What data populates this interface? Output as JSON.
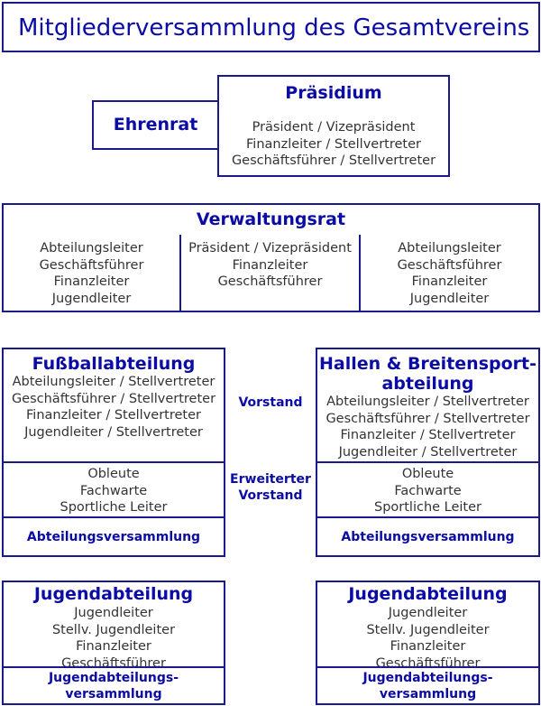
{
  "title": "Mitgliederversammlung des Gesamtvereins",
  "ehrenrat": "Ehrenrat",
  "praesidium": {
    "title": "Präsidium",
    "lines": [
      "Präsident / Vizepräsident",
      "Finanzleiter / Stellvertreter",
      "Geschäftsführer / Stellvertreter"
    ]
  },
  "verwaltungsrat": {
    "title": "Verwaltungsrat",
    "columns": [
      [
        "Abteilungsleiter",
        "Geschäftsführer",
        "Finanzleiter",
        "Jugendleiter"
      ],
      [
        "Präsident / Vizepräsident",
        "Finanzleiter",
        "Geschäftsführer"
      ],
      [
        "Abteilungsleiter",
        "Geschäftsführer",
        "Finanzleiter",
        "Jugendleiter"
      ]
    ]
  },
  "middle_labels": {
    "vorstand": "Vorstand",
    "erweiterter_1": "Erweiterter",
    "erweiterter_2": "Vorstand"
  },
  "fussball": {
    "title": "Fußballabteilung",
    "vorstand": [
      "Abteilungsleiter / Stellvertreter",
      "Geschäftsführer / Stellvertreter",
      "Finanzleiter / Stellvertreter",
      "Jugendleiter / Stellvertreter"
    ],
    "erweitert": [
      "Obleute",
      "Fachwarte",
      "Sportliche Leiter"
    ],
    "versammlung": "Abteilungsversammlung"
  },
  "hallen": {
    "title_1": "Hallen & Breitensport-",
    "title_2": "abteilung",
    "vorstand": [
      "Abteilungsleiter / Stellvertreter",
      "Geschäftsführer / Stellvertreter",
      "Finanzleiter / Stellvertreter",
      "Jugendleiter / Stellvertreter"
    ],
    "erweitert": [
      "Obleute",
      "Fachwarte",
      "Sportliche Leiter"
    ],
    "versammlung": "Abteilungsversammlung"
  },
  "jugend_left": {
    "title": "Jugendabteilung",
    "lines": [
      "Jugendleiter",
      "Stellv. Jugendleiter",
      "Finanzleiter",
      "Geschäftsführer"
    ],
    "versammlung_1": "Jugendabteilungs-",
    "versammlung_2": "versammlung"
  },
  "jugend_right": {
    "title": "Jugendabteilung",
    "lines": [
      "Jugendleiter",
      "Stellv. Jugendleiter",
      "Finanzleiter",
      "Geschäftsführer"
    ],
    "versammlung_1": "Jugendabteilungs-",
    "versammlung_2": "versammlung"
  },
  "colors": {
    "border": "#1a1a8c",
    "heading": "#0b0ba6",
    "text": "#333333"
  }
}
